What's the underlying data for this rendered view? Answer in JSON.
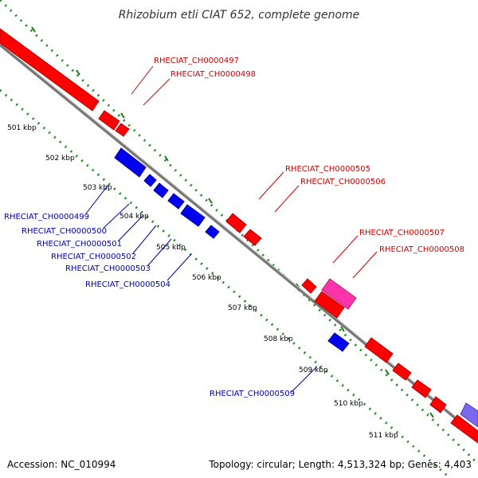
{
  "title": "Rhizobium etli CIAT 652, complete genome",
  "accession": "Accession: NC_010994",
  "topology": "Topology: circular; Length: 4,513,324 bp; Genes: 4,403",
  "colors": {
    "forward_gene": "#ff0000",
    "reverse_gene": "#0000ee",
    "rrna_gene": "#ff33aa",
    "other_gene": "#7b68ee",
    "backbone": "#8c8c8c",
    "tick_dots": "#228b22",
    "forward_label": "#cc0000",
    "reverse_label": "#0000aa"
  },
  "ticks": [
    "501 kbp",
    "502 kbp",
    "503 kbp",
    "504 kbp",
    "505 kbp",
    "506 kbp",
    "507 kbp",
    "508 kbp",
    "509 kbp",
    "510 kbp",
    "511 kbp"
  ],
  "forward_labels": [
    "RHECIAT_CH0000497",
    "RHECIAT_CH0000498",
    "RHECIAT_CH0000505",
    "RHECIAT_CH0000506",
    "RHECIAT_CH0000507",
    "RHECIAT_CH0000508"
  ],
  "reverse_labels": [
    "RHECIAT_CH0000499",
    "RHECIAT_CH0000500",
    "RHECIAT_CH0000501",
    "RHECIAT_CH0000502",
    "RHECIAT_CH0000503",
    "RHECIAT_CH0000504",
    "RHECIAT_CH0000509"
  ]
}
